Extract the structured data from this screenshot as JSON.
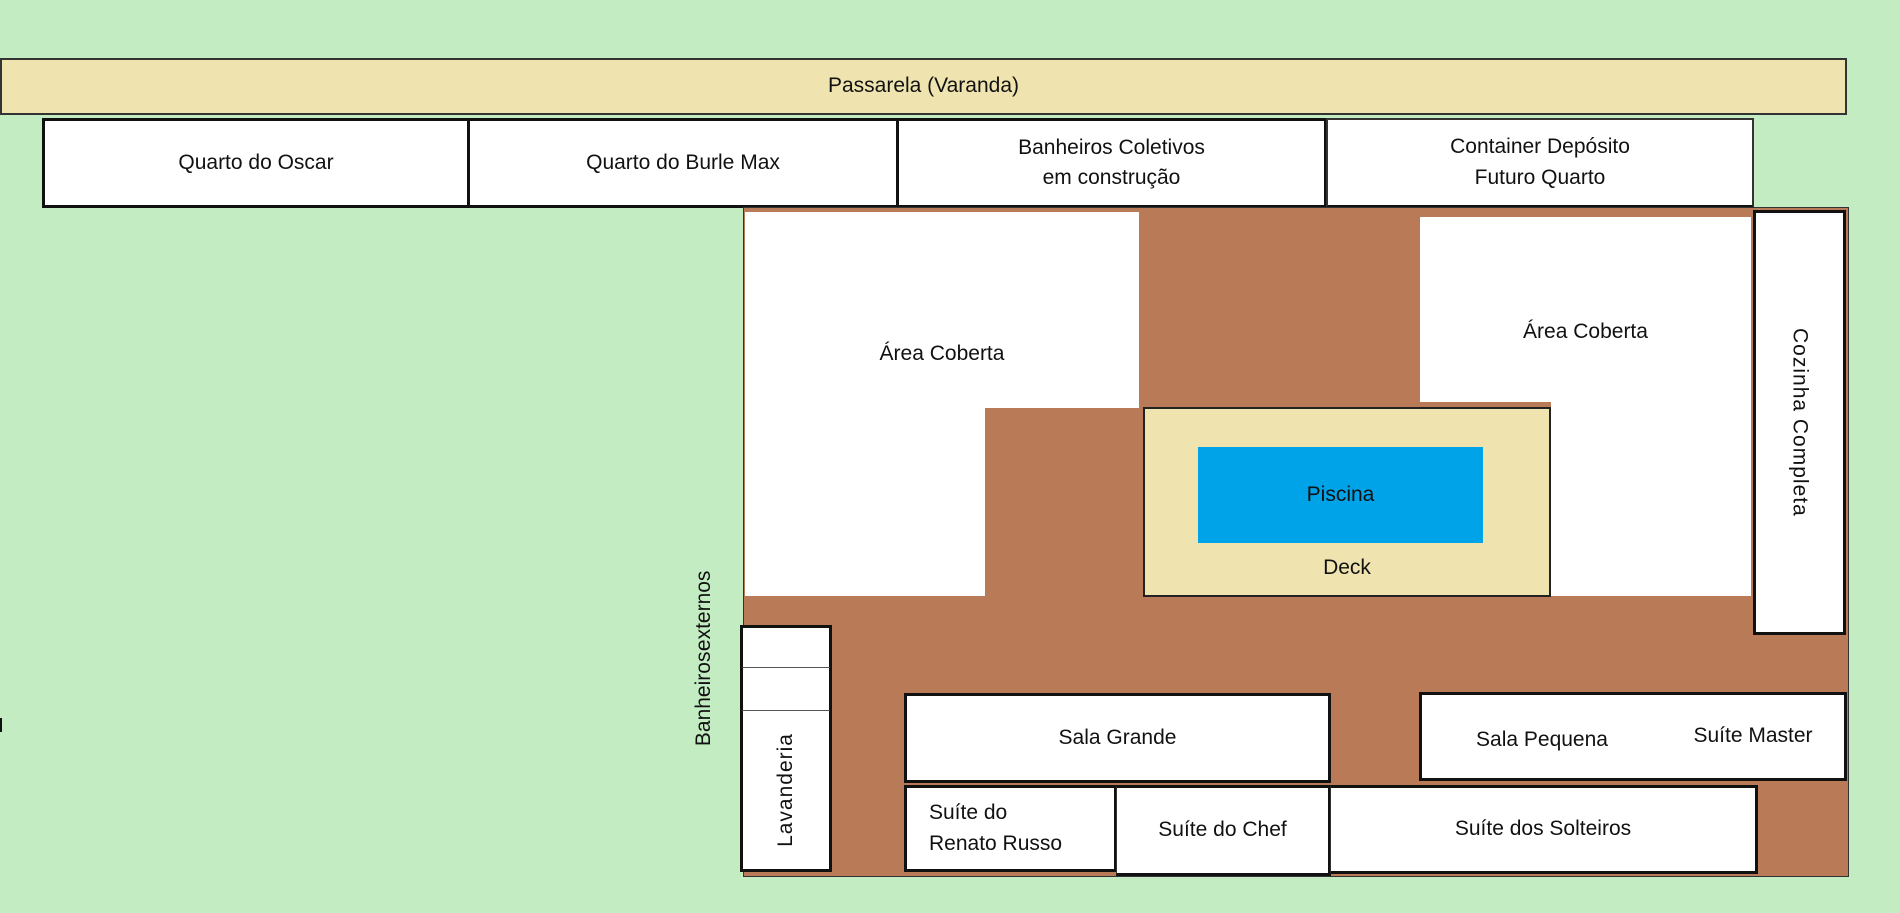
{
  "colors": {
    "grass": "#c3ecc2",
    "walkway": "#efe4b0",
    "ground": "#b97b57",
    "pool": "#00a2e8",
    "room": "#ffffff"
  },
  "walkway": {
    "label": "Passarela (Varanda)"
  },
  "top_rooms": [
    {
      "label": "Quarto do Oscar"
    },
    {
      "label": "Quarto do Burle Max"
    },
    {
      "label_line1": "Banheiros Coletivos",
      "label_line2": "em construção"
    },
    {
      "label_line1": "Container Depósito",
      "label_line2": "Futuro Quarto"
    }
  ],
  "covered_left": {
    "label": "Área Coberta"
  },
  "covered_right": {
    "label": "Área Coberta"
  },
  "pool": {
    "label": "Piscina"
  },
  "deck": {
    "label": "Deck"
  },
  "kitchen": {
    "label": "Cozinha Completa"
  },
  "external_bathrooms": {
    "label_line1": "Banheiros",
    "label_line2": "externos"
  },
  "laundry": {
    "label": "Lavanderia"
  },
  "bottom_rooms": {
    "sala_grande": "Sala Grande",
    "sala_pequena": "Sala Pequena",
    "suite_master": "Suíte Master",
    "suite_renato_line1": "Suíte do",
    "suite_renato_line2": "Renato Russo",
    "suite_chef": "Suíte do Chef",
    "suite_solteiros": "Suíte dos Solteiros"
  }
}
